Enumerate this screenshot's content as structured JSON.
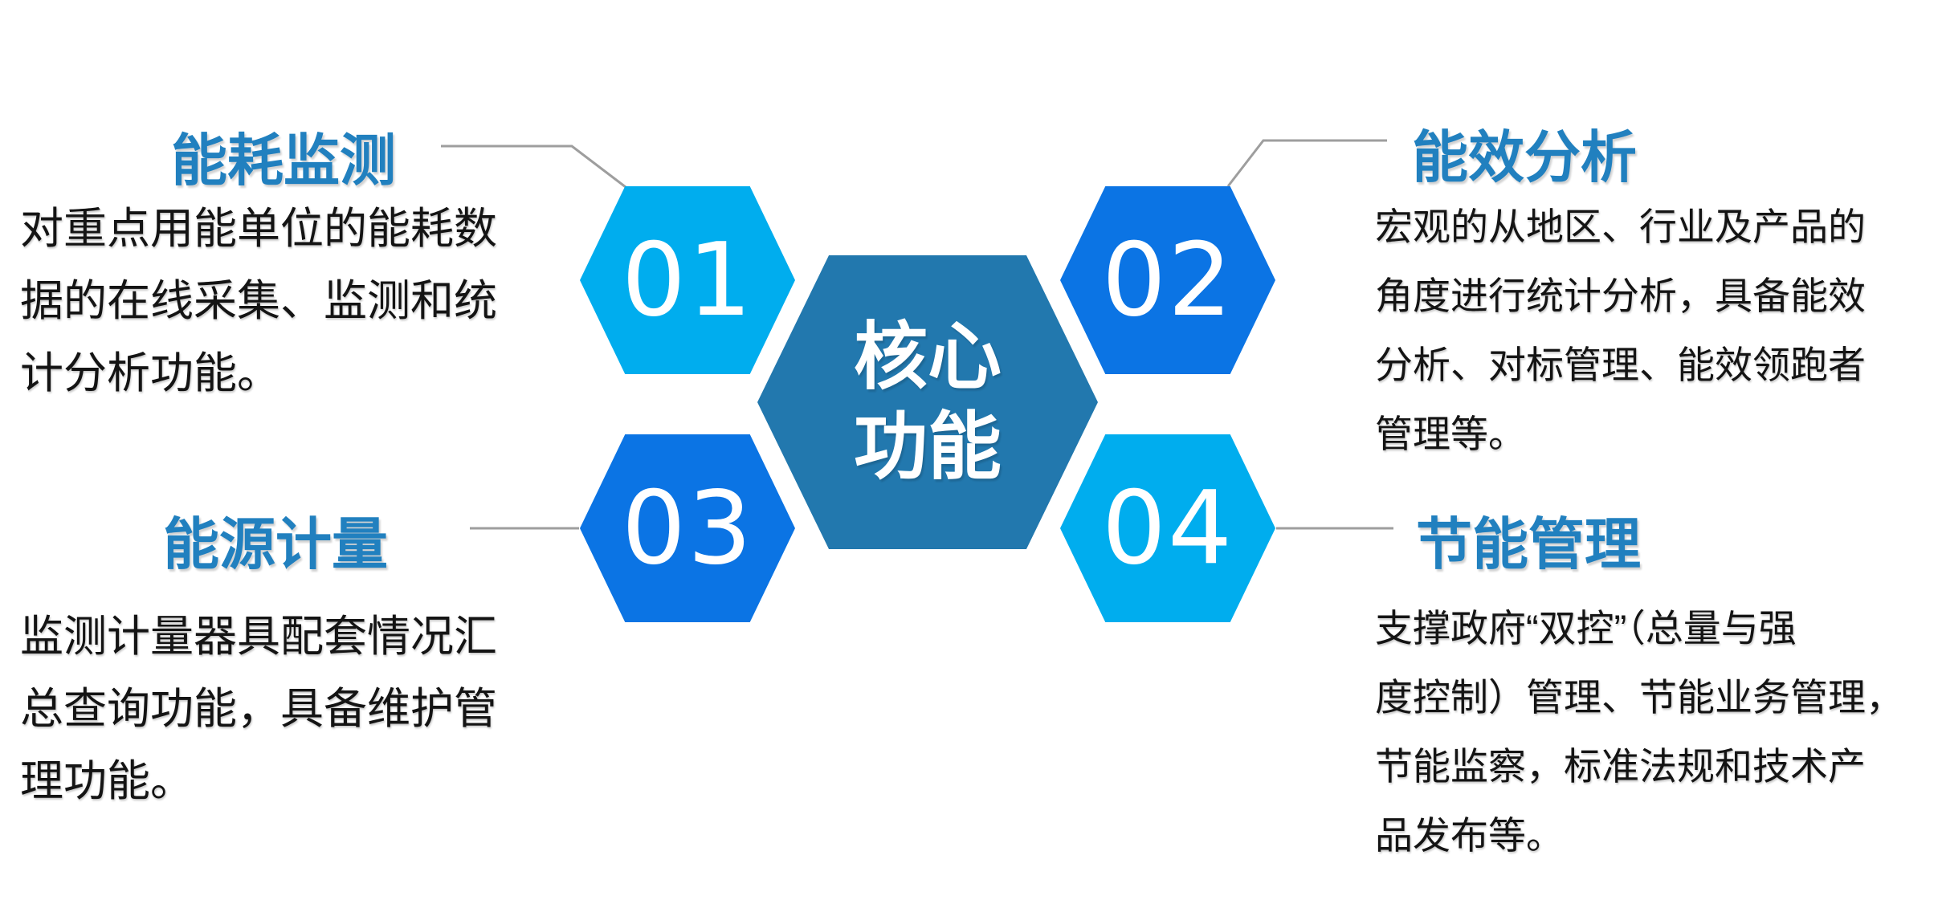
{
  "diagram": {
    "center": {
      "label_line1": "核心",
      "label_line2": "功能"
    },
    "sections": [
      {
        "number": "01",
        "title": "能耗监测",
        "position": "top-left",
        "hex_color": "cyan",
        "description": "对重点用能单位的能耗数据的在线采集、监测和统计分析功能。",
        "lines": [
          "对重点用能单位的能耗数",
          "据的在线采集、监测和统",
          "计分析功能。",
          ""
        ]
      },
      {
        "number": "02",
        "title": "能效分析",
        "position": "top-right",
        "hex_color": "blue",
        "description": "宏观的从地区、行业及产品的角度进行统计分析，具备能效分析、对标管理、能效领跑者管理等。",
        "lines": [
          "宏观的从地区、行业及产品的",
          "角度进行统计分析，具备能效",
          "分析、对标管理、能效领跑者",
          "管理等。"
        ]
      },
      {
        "number": "03",
        "title": "能源计量",
        "position": "bottom-left",
        "hex_color": "blue",
        "description": "监测计量器具配套情况汇总查询功能，具备维护管理功能。",
        "lines": [
          "监测计量器具配套情况汇",
          "总查询功能，具备维护管",
          "理功能。",
          ""
        ]
      },
      {
        "number": "04",
        "title": "节能管理",
        "position": "bottom-right",
        "hex_color": "cyan",
        "description": "支撑政府“双控”（总量与强度控制）管理、节能业务管理，节能监察，标准法规和技术产品发布等。",
        "lines": [
          "支撑政府“双控”（总量与强",
          "度控制）管理、节能业务管理，",
          "节能监察，标准法规和技术产",
          "品发布等。"
        ]
      }
    ]
  },
  "colors": {
    "background": "#FFFFFF",
    "hex_cyan": "#00ADEE",
    "hex_blue": "#0B74E4",
    "hex_center": "#2278AE",
    "title_blue": "#2180BF",
    "body_text": "#141414",
    "number_text": "#FFFFFF",
    "connector_gray": "#9E9E9E"
  }
}
